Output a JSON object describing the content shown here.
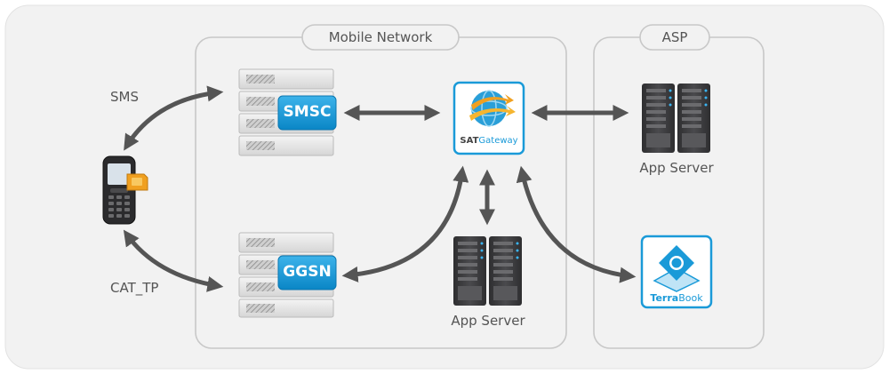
{
  "groups": {
    "mobile_network": "Mobile Network",
    "asp": "ASP"
  },
  "labels": {
    "sms": "SMS",
    "cat_tp": "CAT_TP"
  },
  "nodes": {
    "smsc": "SMSC",
    "ggsn": "GGSN",
    "gateway_brand": "SAT",
    "gateway_suffix": "Gateway",
    "app_server_asp": "App Server",
    "app_server_mobile": "App Server",
    "terrabook_brand": "Terra",
    "terrabook_suffix": "Book"
  },
  "colors": {
    "frame_bg": "#f2f2f2",
    "group_border": "#c8c8c8",
    "arrow": "#555555",
    "badge_blue": "#1a9ad8",
    "server_dark": "#3a3a3c",
    "text": "#555555"
  }
}
